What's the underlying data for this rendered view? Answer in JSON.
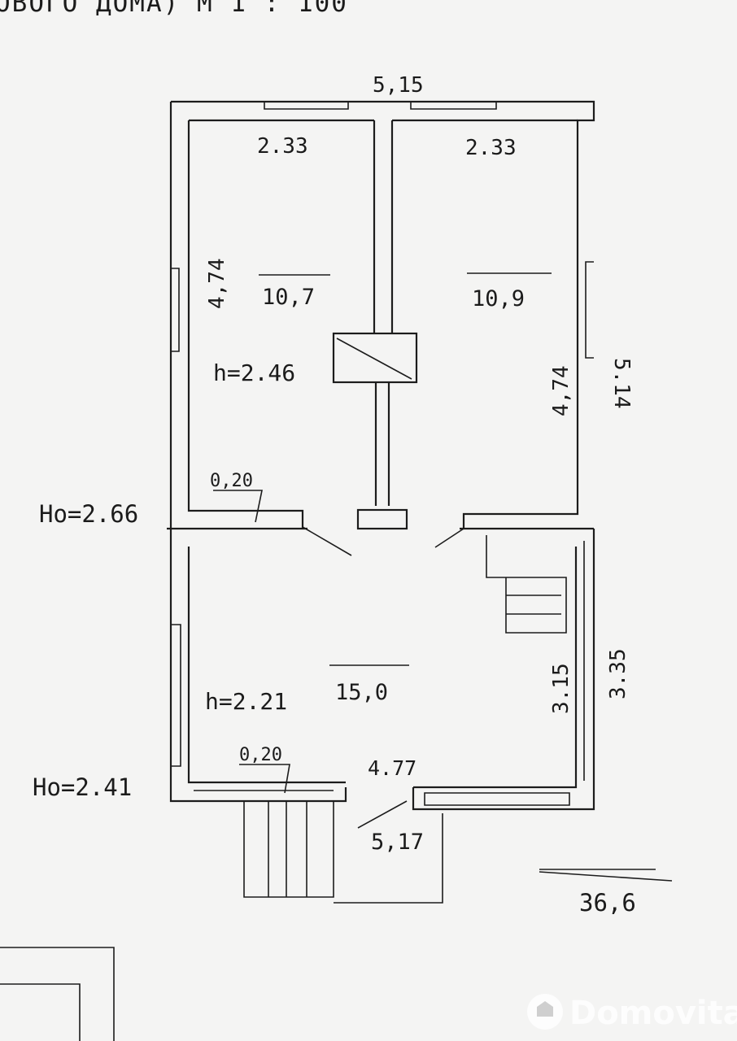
{
  "plan": {
    "header": "ОВОГО ДОМА) М 1 : 100",
    "dimensions": {
      "top_total": "5,15",
      "room_left_width": "2.33",
      "room_right_width": "2.33",
      "room_left_length": "4,74",
      "room_right_length": "4,74",
      "right_upper_total": "5.14",
      "lower_inner_right": "3.15",
      "lower_outer_right": "3.35",
      "lower_inner_width": "4.77",
      "lower_outer_width": "5,17",
      "partition_upper": "0,20",
      "partition_lower": "0,20"
    },
    "rooms": {
      "upper_left_area": "10,7",
      "upper_right_area": "10,9",
      "lower_area": "15,0"
    },
    "heights": {
      "upper_ceiling": "h=2.46",
      "lower_ceiling": "h=2.21",
      "upper_level": "Hо=2.66",
      "lower_level": "Hо=2.41"
    },
    "total_area": "36,6"
  },
  "watermark": {
    "text": "Domovita",
    "icon": "domovita-logo-icon"
  }
}
